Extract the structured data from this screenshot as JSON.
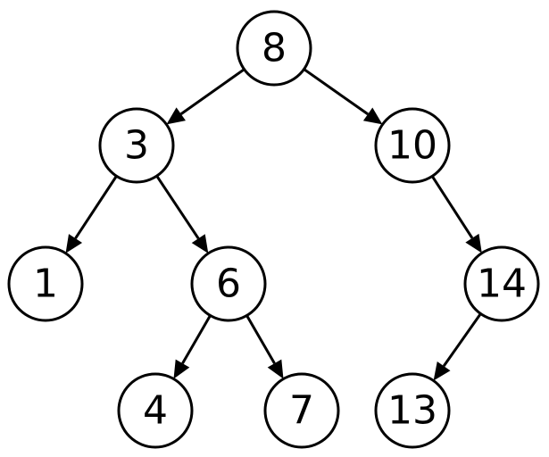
{
  "tree": {
    "colors": {
      "stroke": "#000000",
      "fill": "#ffffff",
      "text": "#000000"
    },
    "nodes": [
      {
        "id": "n8",
        "label": "8"
      },
      {
        "id": "n3",
        "label": "3"
      },
      {
        "id": "n10",
        "label": "10"
      },
      {
        "id": "n1",
        "label": "1"
      },
      {
        "id": "n6",
        "label": "6"
      },
      {
        "id": "n14",
        "label": "14"
      },
      {
        "id": "n4",
        "label": "4"
      },
      {
        "id": "n7",
        "label": "7"
      },
      {
        "id": "n13",
        "label": "13"
      }
    ],
    "edges": [
      {
        "from": "n8",
        "to": "n3"
      },
      {
        "from": "n8",
        "to": "n10"
      },
      {
        "from": "n3",
        "to": "n1"
      },
      {
        "from": "n3",
        "to": "n6"
      },
      {
        "from": "n10",
        "to": "n14"
      },
      {
        "from": "n6",
        "to": "n4"
      },
      {
        "from": "n6",
        "to": "n7"
      },
      {
        "from": "n14",
        "to": "n13"
      }
    ]
  }
}
